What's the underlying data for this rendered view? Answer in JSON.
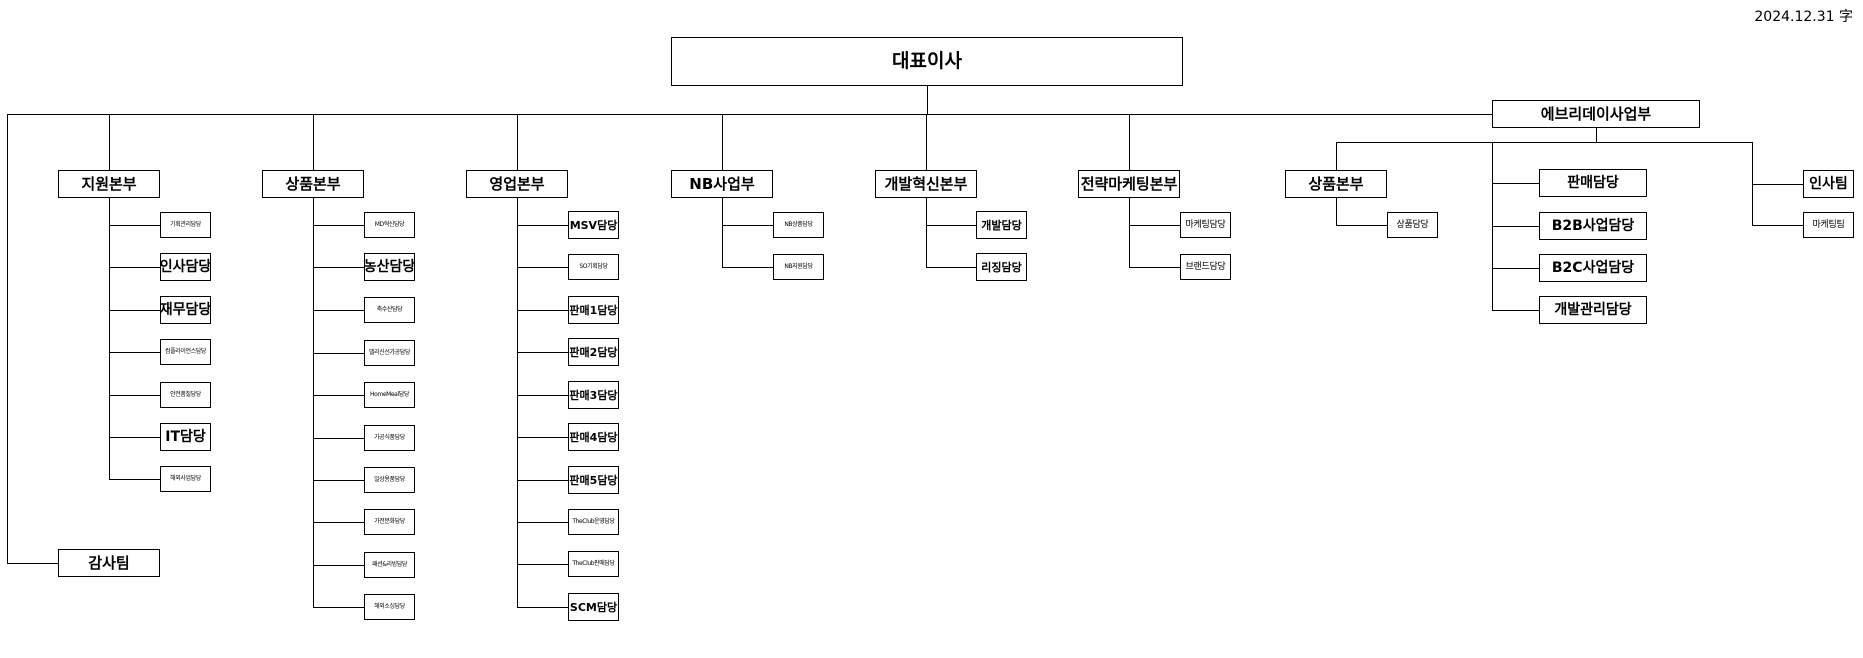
{
  "date": "2024.12.31 字",
  "ceo": "대표이사",
  "audit": "감사팀",
  "divisions": {
    "support": {
      "label": "지원본부",
      "teams": [
        "기획관리담당",
        "인사담당",
        "재무담당",
        "컴플라이언스담당",
        "안전품질담당",
        "IT담당",
        "해외사업담당"
      ]
    },
    "product": {
      "label": "상품본부",
      "teams": [
        "MD혁신담당",
        "농산담당",
        "축수산담당",
        "델리신선가공담당",
        "HomeMeal담당",
        "가공식품담당",
        "일상용품담당",
        "가전문화담당",
        "패션&리빙담당",
        "해외소싱담당"
      ]
    },
    "sales": {
      "label": "영업본부",
      "teams": [
        "MSV담당",
        "SO기획담당",
        "판매1담당",
        "판매2담당",
        "판매3담당",
        "판매4담당",
        "판매5담당",
        "TheClub운영담당",
        "TheClub판매담당",
        "SCM담당"
      ]
    },
    "nb": {
      "label": "NB사업부",
      "teams": [
        "NB상품담당",
        "NB지원담당"
      ]
    },
    "dev": {
      "label": "개발혁신본부",
      "teams": [
        "개발담당",
        "리징담당"
      ]
    },
    "marketing": {
      "label": "전략마케팅본부",
      "teams": [
        "마케팅담당",
        "브랜드담당"
      ]
    },
    "avr": {
      "label": "에브리데이사업부",
      "product": {
        "label": "상품본부",
        "teams": [
          "상품담당"
        ]
      },
      "sales_teams": [
        "판매담당",
        "B2B사업담당",
        "B2C사업담당",
        "개발관리담당"
      ],
      "hr": "인사팀",
      "mkt": "마케팅팀"
    }
  }
}
